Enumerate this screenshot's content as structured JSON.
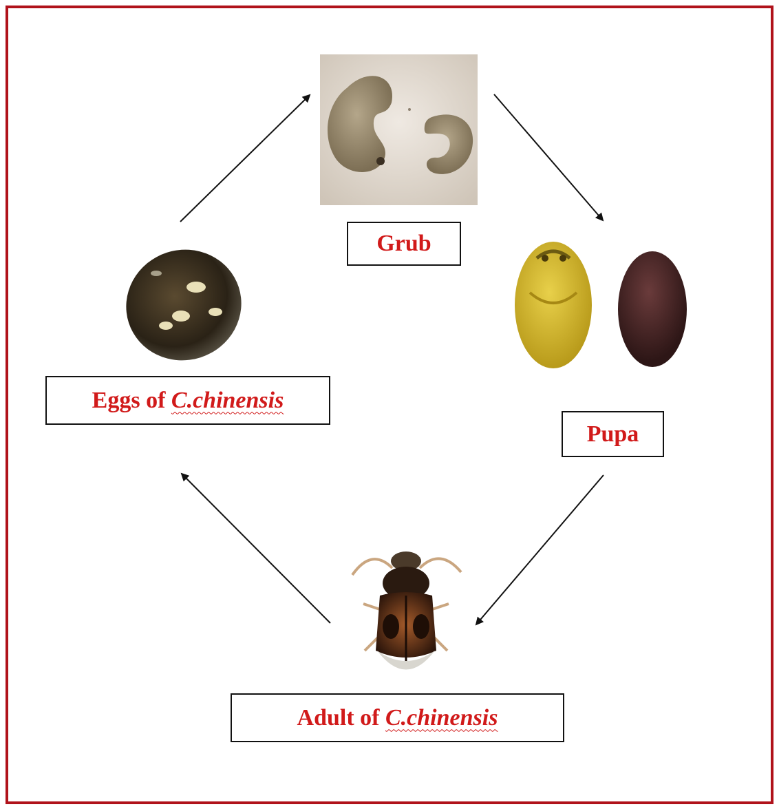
{
  "colors": {
    "frame": "#b0121b",
    "label_text": "#d11a1a",
    "label_border": "#111111",
    "arrow": "#111111"
  },
  "stages": {
    "grub": {
      "label": "Grub",
      "icon": "grub-larvae-photo"
    },
    "pupa": {
      "label": "Pupa",
      "icon": "pupa-photo"
    },
    "adult": {
      "label_prefix": "Adult of ",
      "label_species": "C.chinensis",
      "icon": "adult-beetle-photo"
    },
    "eggs": {
      "label_prefix": "Eggs of ",
      "label_species": "C.chinensis",
      "icon": "egg-seed-photo"
    }
  },
  "flow": [
    {
      "from": "eggs",
      "to": "grub"
    },
    {
      "from": "grub",
      "to": "pupa"
    },
    {
      "from": "pupa",
      "to": "adult"
    },
    {
      "from": "adult",
      "to": "eggs"
    }
  ]
}
